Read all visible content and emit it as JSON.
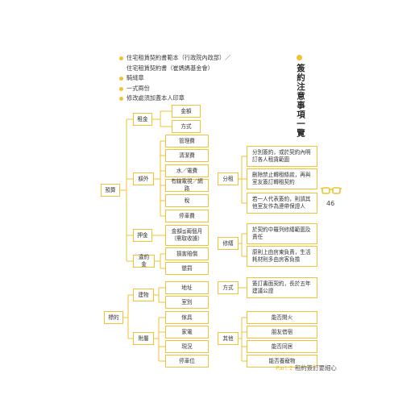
{
  "intro": {
    "items": [
      {
        "text": "住宅租賃契約書範本（行政院內政部）／",
        "dot": true
      },
      {
        "text": "住宅租賃契約書（崔媽媽基金會）",
        "dot": false
      },
      {
        "text": "騎縫章",
        "dot": true
      },
      {
        "text": "一式兩份",
        "dot": true
      },
      {
        "text": "修改處須加蓋本人印章",
        "dot": true
      }
    ]
  },
  "title": "簽約注意事項一覽",
  "diagram": {
    "budget": "預算",
    "rent": "租金",
    "amount": "金額",
    "method": "方式",
    "extra": "額外",
    "mgmt_fee": "管理費",
    "cleaning_fee": "清潔費",
    "water_power": "水／電費",
    "cable_net": "有線電視／網路",
    "tax": "稅",
    "parking_fee": "停車費",
    "deposit": "押金",
    "deposit_amount": "金額≦兩個月（需取收據）",
    "penalty": "違約金",
    "damages": "損害賠償",
    "punishment": "懲罰",
    "subject": "標的",
    "building": "建物",
    "address": "地址",
    "room": "室別",
    "annex": "附屬",
    "furniture": "傢具",
    "appliance": "家電",
    "condition": "現況",
    "parking_spot": "停車位",
    "sublet": "分租",
    "sublet_notes": [
      "分別簽約，或於契約內明訂各人租賃範圍",
      "刪除禁止轉租條款，再與室友簽訂轉租契約",
      "若一人代表簽約，則請其他室友作為連帶保證人"
    ],
    "repair": "修繕",
    "repair_notes": [
      "於契約中羅列修繕範圍及責任",
      "原則上由房東負責，生活耗材則多由房客負擔"
    ],
    "form": "方式",
    "form_note": "簽訂書面契約，長於五年建議公證",
    "others": "其他",
    "other_notes": [
      "能否開火",
      "朋友借宿",
      "能否同居",
      "能否養寵物"
    ]
  },
  "page_number": "46",
  "footer": {
    "part": "Part 2",
    "title": "租約簽訂要細心"
  },
  "colors": {
    "accent": "#f1c232",
    "line": "#f1c232",
    "text": "#333333"
  }
}
